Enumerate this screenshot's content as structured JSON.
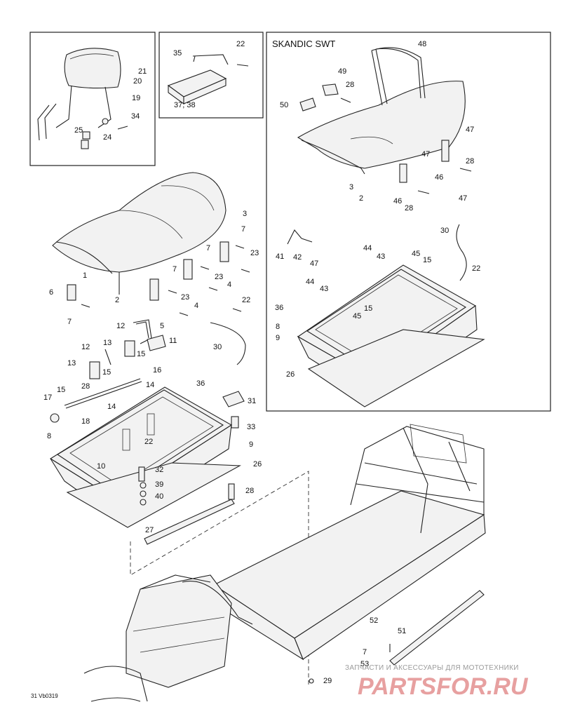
{
  "diagram": {
    "inset_title": "SKANDIC SWT",
    "drawing_code": "31 Vb0319"
  },
  "watermark": {
    "tagline": "ЗАПЧАСТИ И АКСЕССУАРЫ ДЛЯ МОТОТЕХНИКИ",
    "brand": "PARTSFOR.RU"
  },
  "callouts": [
    "22",
    "35",
    "37, 38",
    "21",
    "20",
    "19",
    "34",
    "25",
    "24",
    "48",
    "49",
    "28",
    "50",
    "47",
    "28",
    "46",
    "47",
    "3",
    "2",
    "46",
    "28",
    "3",
    "7",
    "7",
    "23",
    "7",
    "23",
    "4",
    "6",
    "1",
    "2",
    "7",
    "5",
    "23",
    "4",
    "22",
    "30",
    "47",
    "41",
    "42",
    "47",
    "44",
    "43",
    "30",
    "45",
    "15",
    "44",
    "43",
    "36",
    "45",
    "15",
    "8",
    "9",
    "22",
    "26",
    "12",
    "11",
    "12",
    "13",
    "15",
    "16",
    "13",
    "28",
    "15",
    "14",
    "36",
    "17",
    "15",
    "14",
    "18",
    "31",
    "8",
    "33",
    "22",
    "9",
    "10",
    "32",
    "26",
    "39",
    "40",
    "28",
    "27",
    "29",
    "51",
    "52",
    "7",
    "53"
  ]
}
